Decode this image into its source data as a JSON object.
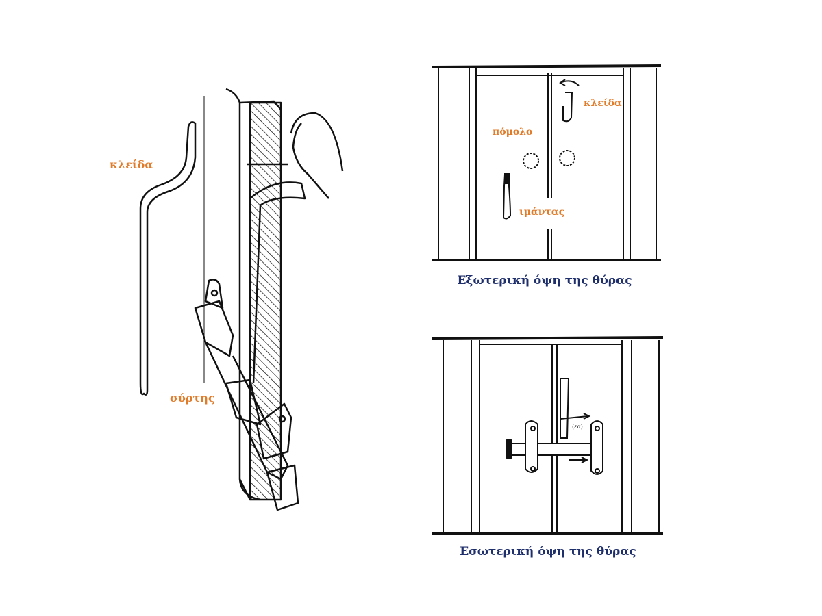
{
  "left_figure": {
    "labels": {
      "key": "κλείδα",
      "bolt": "σύρτης"
    }
  },
  "exterior_view": {
    "caption": "Εξωτερική όψη της θύρας",
    "labels": {
      "knob": "πόμολο",
      "key": "κλείδα",
      "strap": "ιμάντας"
    }
  },
  "interior_view": {
    "caption": "Εσωτερική όψη της θύρας",
    "mark": "(εα)"
  },
  "colors": {
    "label": "#e07b2a",
    "caption": "#1f2f6b",
    "ink": "#111111"
  }
}
